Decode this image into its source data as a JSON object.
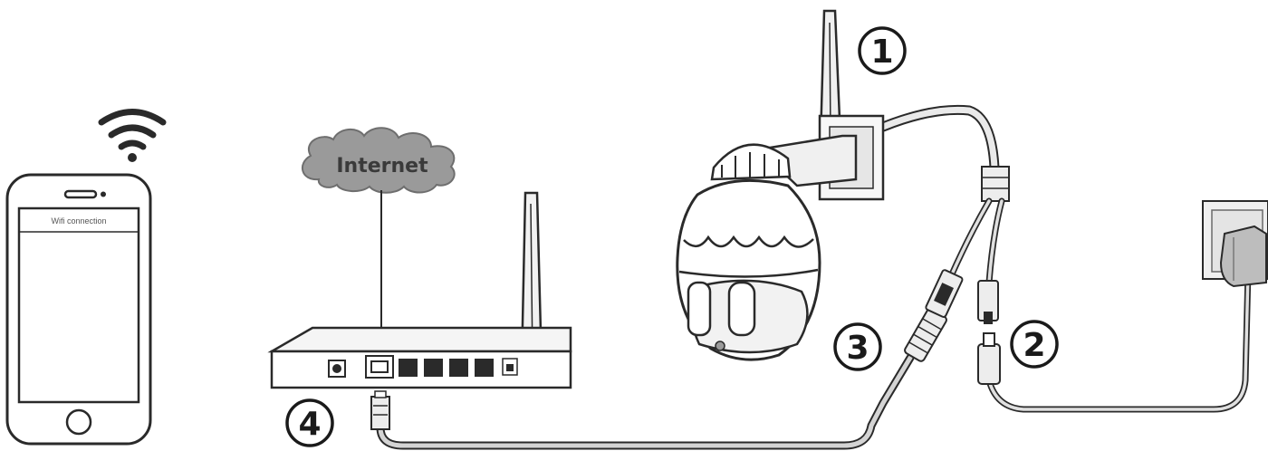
{
  "phone": {
    "screen_text": "Wifi connection"
  },
  "internet": {
    "label": "Internet"
  },
  "steps": [
    {
      "number": "1"
    },
    {
      "number": "2"
    },
    {
      "number": "3"
    },
    {
      "number": "4"
    }
  ],
  "icons": [
    "smartphone-icon",
    "wifi-icon",
    "cloud-icon",
    "router-icon",
    "antenna-icon",
    "ip-camera-icon",
    "power-adapter-icon",
    "wall-outlet-icon",
    "ethernet-plug-icon",
    "dc-plug-icon"
  ],
  "colors": {
    "outline": "#2a2a2a",
    "cloud_fill": "#9a9a9a",
    "cable": "#d4d4d4",
    "device_fill": "#ededed"
  }
}
